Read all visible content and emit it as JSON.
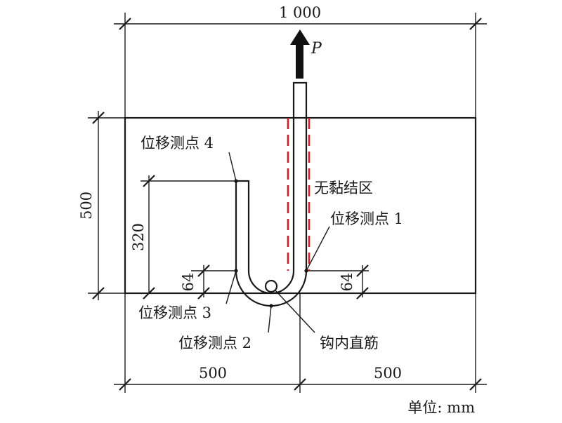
{
  "dimensions": {
    "top_total": "1 000",
    "left_height": "500",
    "hook_height": "320",
    "left_offset": "64",
    "right_offset": "64",
    "bottom_left": "500",
    "bottom_right": "500"
  },
  "load": {
    "label": "P"
  },
  "labels": {
    "point4": "位移测点 4",
    "point1": "位移测点 1",
    "point3": "位移测点 3",
    "point2": "位移测点 2",
    "unbonded": "无黏结区",
    "inner_bar": "钩内直筋"
  },
  "unit": "单位: mm",
  "colors": {
    "unbonded_zone": "#d0202a",
    "lines": "#1a1a1a"
  }
}
